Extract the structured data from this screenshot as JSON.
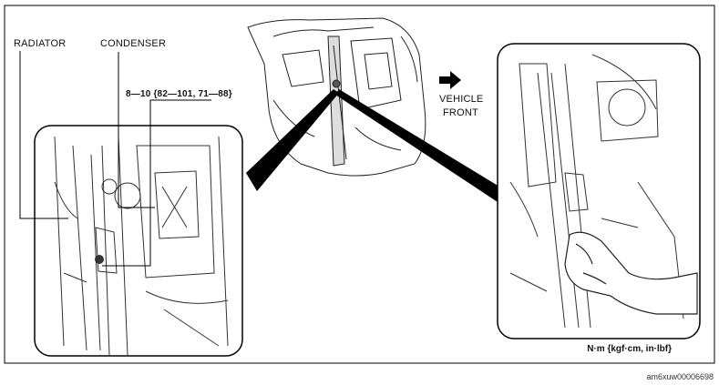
{
  "labels": {
    "radiator": "RADIATOR",
    "condenser": "CONDENSER",
    "torque": "8—10 {82—101, 71—88}",
    "vehicle_front_line1": "VEHICLE",
    "vehicle_front_line2": "FRONT",
    "units": "N·m {kgf·cm, in·lbf}",
    "reference": "am6xuw00006698"
  },
  "icons": [
    "direction-arrow-icon"
  ]
}
